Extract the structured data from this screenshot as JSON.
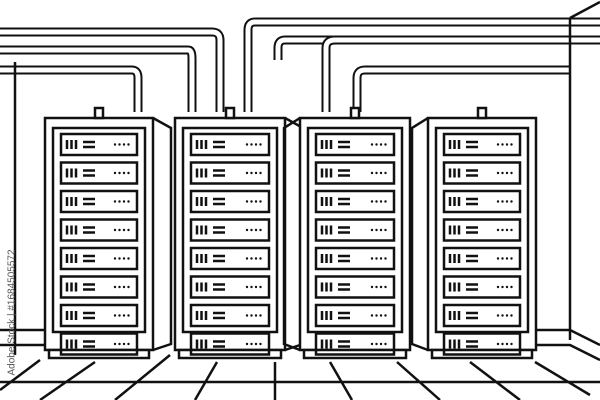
{
  "illustration": {
    "subject": "server-room",
    "rack_count": 4,
    "units_per_rack": 8,
    "line_color": "#111111",
    "background_color": "#ffffff"
  },
  "watermark": {
    "text": "Adobe Stock | #1684505572"
  }
}
